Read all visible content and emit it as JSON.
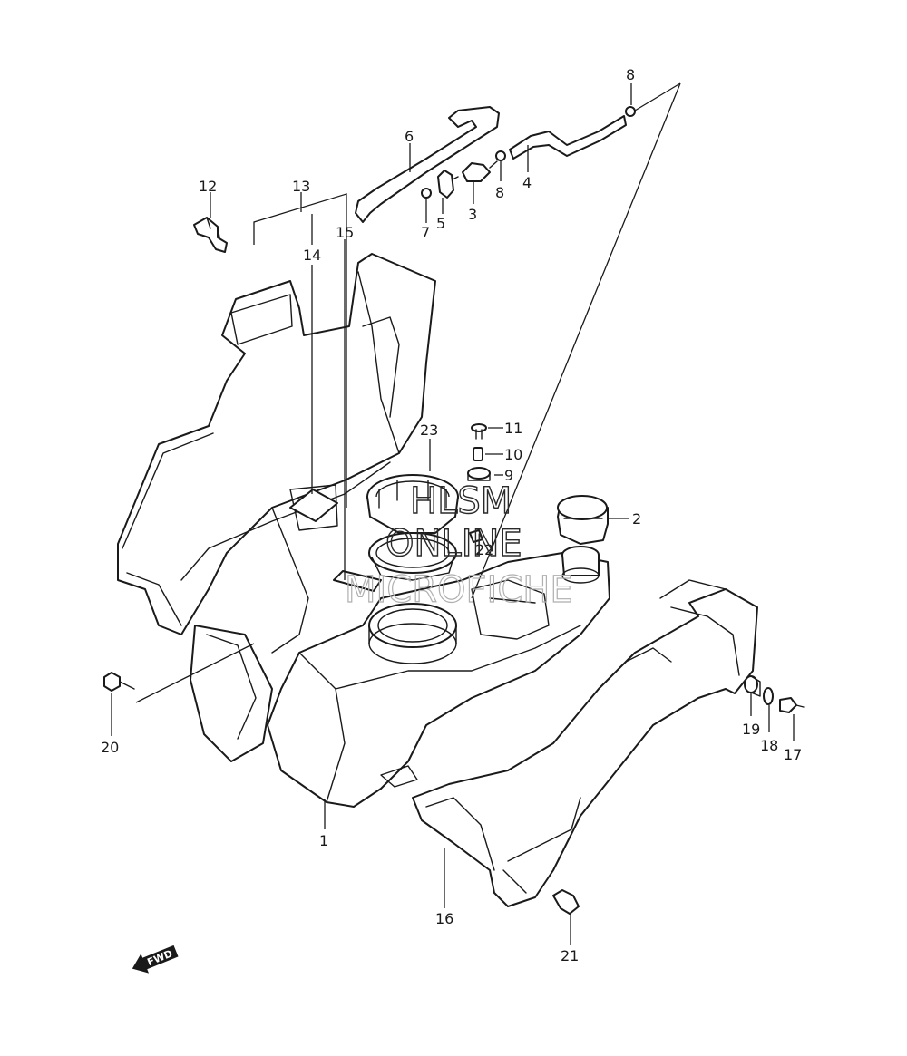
{
  "diagram": {
    "callouts": [
      {
        "id": "1",
        "label": "1"
      },
      {
        "id": "2",
        "label": "2"
      },
      {
        "id": "3",
        "label": "3"
      },
      {
        "id": "4",
        "label": "4"
      },
      {
        "id": "5",
        "label": "5"
      },
      {
        "id": "6",
        "label": "6"
      },
      {
        "id": "7",
        "label": "7"
      },
      {
        "id": "8a",
        "label": "8"
      },
      {
        "id": "8b",
        "label": "8"
      },
      {
        "id": "9",
        "label": "9"
      },
      {
        "id": "10",
        "label": "10"
      },
      {
        "id": "11",
        "label": "11"
      },
      {
        "id": "12",
        "label": "12"
      },
      {
        "id": "13",
        "label": "13"
      },
      {
        "id": "14",
        "label": "14"
      },
      {
        "id": "15",
        "label": "15"
      },
      {
        "id": "16",
        "label": "16"
      },
      {
        "id": "17",
        "label": "17"
      },
      {
        "id": "18",
        "label": "18"
      },
      {
        "id": "19",
        "label": "19"
      },
      {
        "id": "20",
        "label": "20"
      },
      {
        "id": "21",
        "label": "21"
      },
      {
        "id": "22",
        "label": "22"
      },
      {
        "id": "23",
        "label": "23"
      }
    ],
    "direction_arrow": {
      "label": "FWD",
      "icon": "forward-arrow-icon"
    },
    "watermark": {
      "line1": "HLSM",
      "line2": "ONLINE",
      "line3": "MICROFICHE"
    }
  }
}
